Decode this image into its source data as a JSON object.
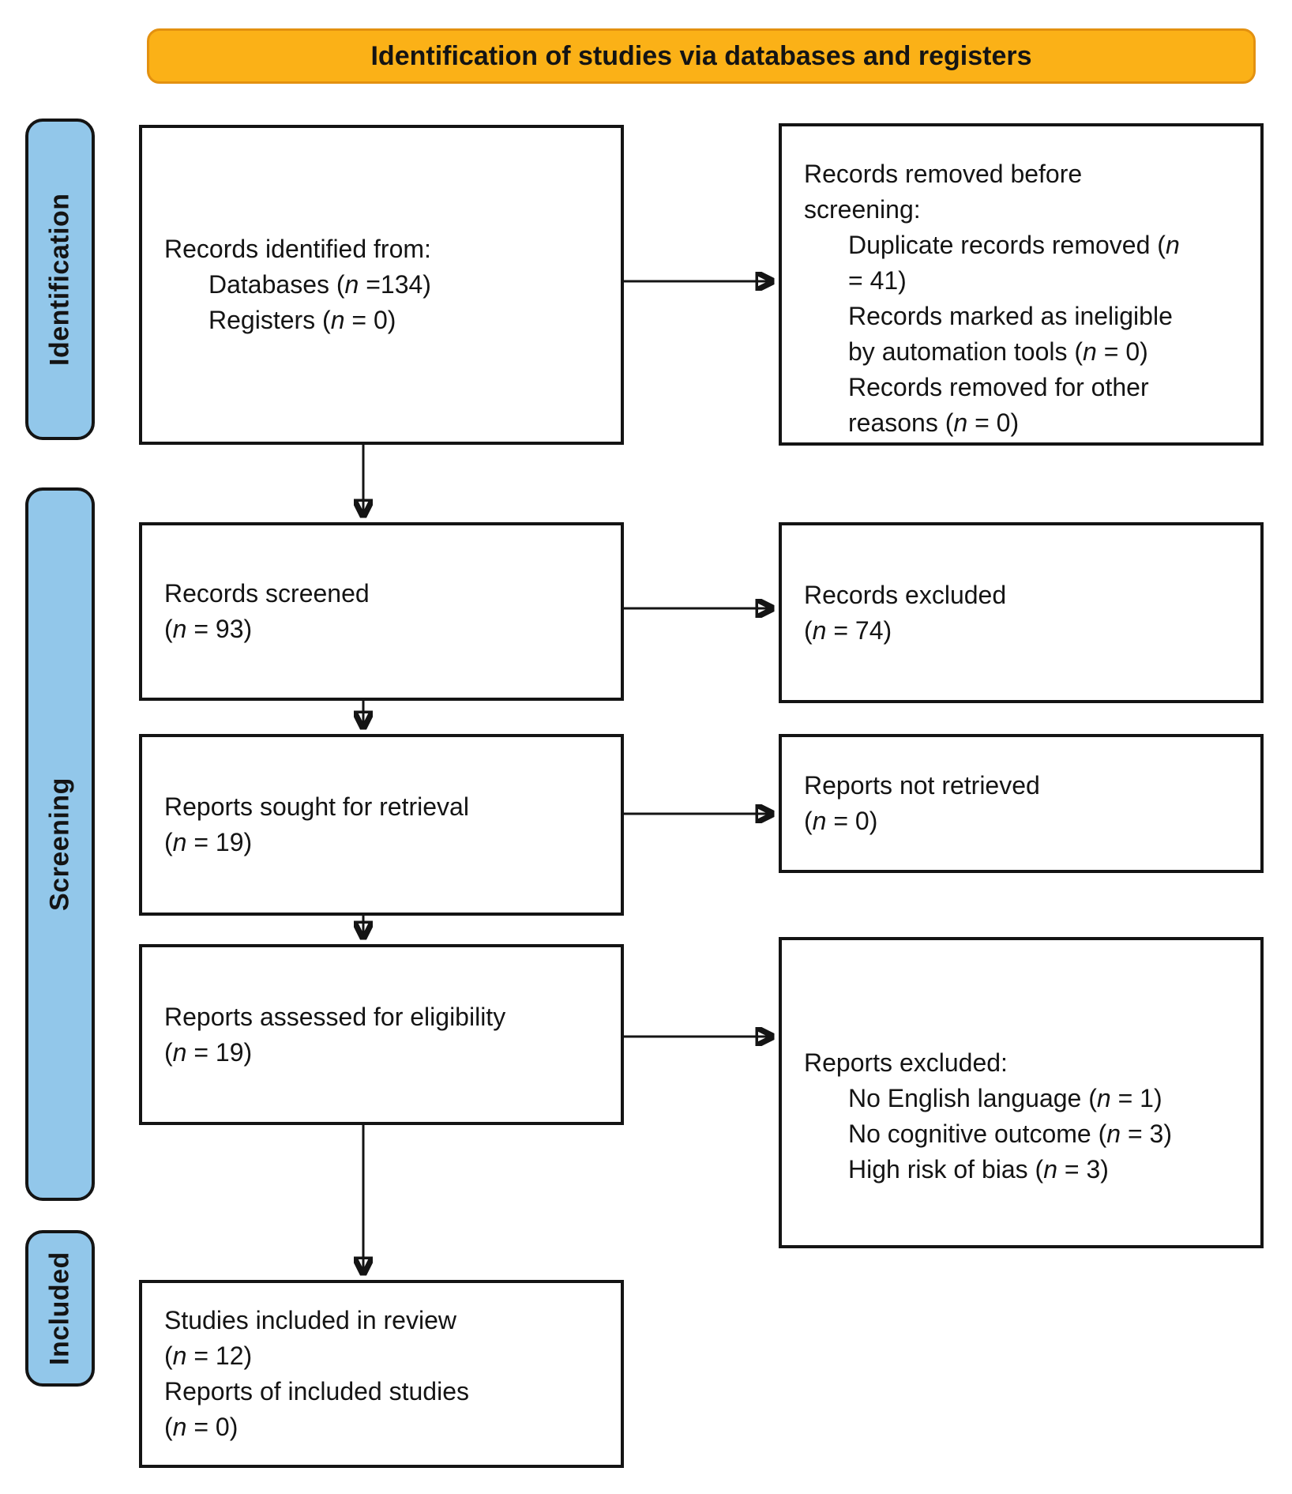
{
  "banner": {
    "title": "Identification of studies via databases and registers"
  },
  "stages": [
    {
      "id": "identification",
      "label": "Identification"
    },
    {
      "id": "screening",
      "label": "Screening"
    },
    {
      "id": "included",
      "label": "Included"
    }
  ],
  "boxes": [
    {
      "id": "records-identified",
      "lines": [
        {
          "text": "Records identified from:",
          "indent": 0
        },
        {
          "text": "Databases (n =134)",
          "indent": 1
        },
        {
          "text": "Registers (n = 0)",
          "indent": 1
        }
      ]
    },
    {
      "id": "records-removed",
      "lines": [
        {
          "text": "Records removed before",
          "indent": 0
        },
        {
          "text": "screening:",
          "indent": 0
        },
        {
          "text": "Duplicate records removed (n",
          "indent": 1
        },
        {
          "text": "= 41)",
          "indent": 1
        },
        {
          "text": "Records marked as ineligible",
          "indent": 1
        },
        {
          "text": "by automation tools (n = 0)",
          "indent": 1
        },
        {
          "text": "Records removed for other",
          "indent": 1
        },
        {
          "text": "reasons (n = 0)",
          "indent": 1
        }
      ]
    },
    {
      "id": "records-screened",
      "lines": [
        {
          "text": "Records screened",
          "indent": 0
        },
        {
          "text": "(n = 93)",
          "indent": 0
        }
      ]
    },
    {
      "id": "records-excluded",
      "lines": [
        {
          "text": "Records excluded",
          "indent": 0
        },
        {
          "text": "(n = 74)",
          "indent": 0
        }
      ]
    },
    {
      "id": "reports-sought",
      "lines": [
        {
          "text": "Reports sought for retrieval",
          "indent": 0
        },
        {
          "text": "(n = 19)",
          "indent": 0
        }
      ]
    },
    {
      "id": "reports-not-retrieved",
      "lines": [
        {
          "text": "Reports not retrieved",
          "indent": 0
        },
        {
          "text": "(n = 0)",
          "indent": 0
        }
      ]
    },
    {
      "id": "reports-assessed",
      "lines": [
        {
          "text": "Reports assessed for eligibility",
          "indent": 0
        },
        {
          "text": "(n = 19)",
          "indent": 0
        }
      ]
    },
    {
      "id": "reports-excluded",
      "lines": [
        {
          "text": "Reports excluded:",
          "indent": 0
        },
        {
          "text": "No English language (n = 1)",
          "indent": 1
        },
        {
          "text": "No cognitive outcome (n = 3)",
          "indent": 1
        },
        {
          "text": "High risk of bias (n = 3)",
          "indent": 1
        }
      ]
    },
    {
      "id": "studies-included",
      "lines": [
        {
          "text": "Studies included in review",
          "indent": 0
        },
        {
          "text": "(n = 12)",
          "indent": 0
        },
        {
          "text": "Reports of included studies",
          "indent": 0
        },
        {
          "text": "(n = 0)",
          "indent": 0
        }
      ]
    }
  ],
  "colors": {
    "banner": "#FBB117",
    "banner_border": "#E39110",
    "stage": "#92C7EA",
    "box_border": "#141414"
  }
}
